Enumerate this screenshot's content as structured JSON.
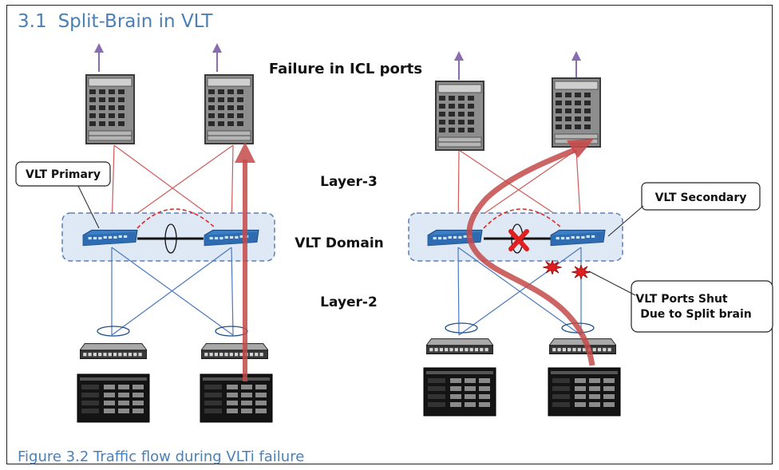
{
  "header": {
    "section_number": "3.1",
    "section_title": "Split-Brain in VLT"
  },
  "labels": {
    "failure": "Failure in ICL ports",
    "layer3": "Layer-3",
    "vlt_domain": "VLT Domain",
    "layer2": "Layer-2",
    "vlt_primary": "VLT Primary",
    "vlt_secondary": "VLT Secondary",
    "ports_shut_line1": "VLT Ports Shut",
    "ports_shut_line2": "Due to Split brain"
  },
  "caption": "Figure 3.2 Traffic flow during VLTi failure",
  "colors": {
    "title": "#4a80b8",
    "l3_link": "#d05a5a",
    "l2_link": "#4a78c0",
    "traffic_arrow": "#c44a4a",
    "domain_fill": "#dfe9f5",
    "domain_border": "#5b7fb5",
    "uplink_arrow": "#8a6cb0",
    "failure_x": "#e02020"
  },
  "icons": [
    "chassis-switch",
    "stacked-switch",
    "tor-switch",
    "server-rack",
    "failure-x",
    "shutdown-burst"
  ]
}
